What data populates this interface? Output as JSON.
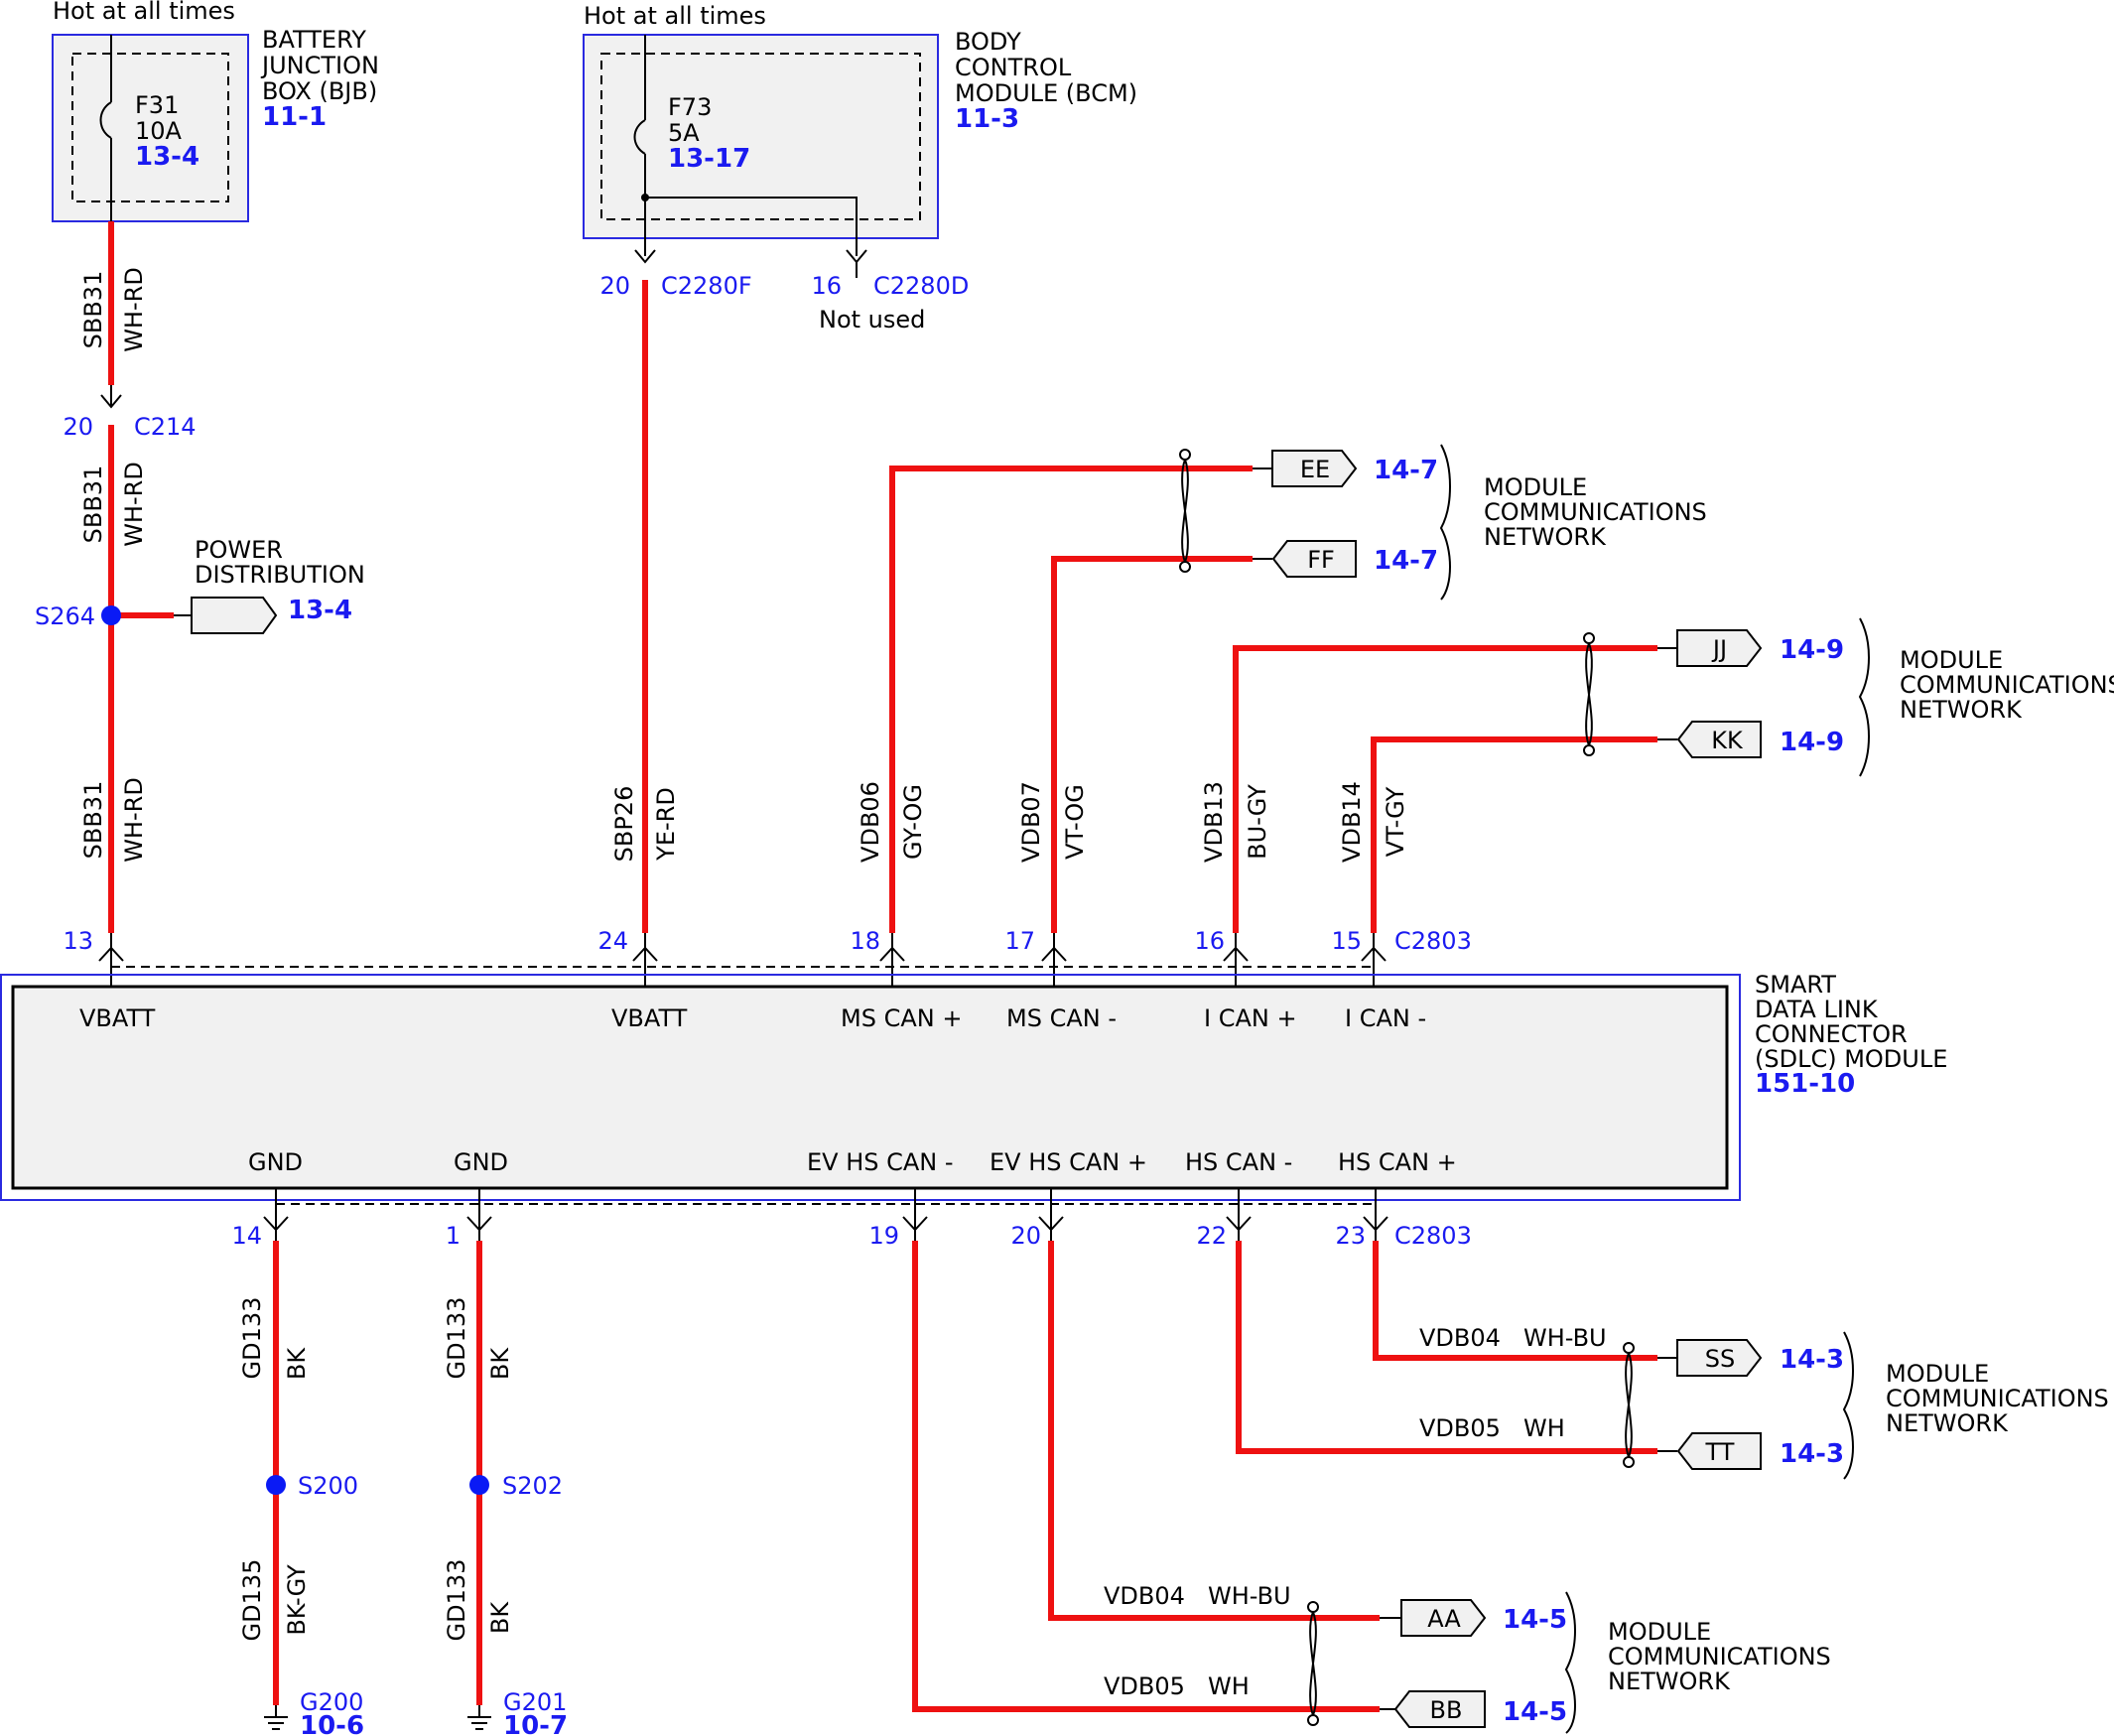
{
  "header": {
    "hot_left": "Hot at all times",
    "hot_mid": "Hot at all times"
  },
  "bjb": {
    "line1": "BATTERY",
    "line2": "JUNCTION",
    "line3": "BOX (BJB)",
    "ref": "11-1",
    "fuse": "F31",
    "amps": "10A",
    "fuse_ref": "13-4"
  },
  "bcm": {
    "line1": "BODY",
    "line2": "CONTROL",
    "line3": "MODULE (BCM)",
    "ref": "11-3",
    "fuse": "F73",
    "amps": "5A",
    "fuse_ref": "13-17",
    "pin_used": "20",
    "conn_used": "C2280F",
    "pin_unused": "16",
    "conn_unused": "C2280D",
    "not_used": "Not used"
  },
  "wires": {
    "sbb31": "SBB31",
    "whrd": "WH-RD",
    "sbp26": "SBP26",
    "yerd": "YE-RD",
    "vdb06": "VDB06",
    "gyog": "GY-OG",
    "vdb07": "VDB07",
    "vtog": "VT-OG",
    "vdb13": "VDB13",
    "bugy": "BU-GY",
    "vdb14": "VDB14",
    "vtgy": "VT-GY",
    "vdb04": "VDB04",
    "whbu": "WH-BU",
    "vdb05": "VDB05",
    "wh": "WH",
    "gd133": "GD133",
    "gd135": "GD135",
    "bk": "BK",
    "bkgy": "BK-GY"
  },
  "c214": {
    "pin": "20",
    "conn": "C214"
  },
  "power_dist": {
    "line1": "POWER",
    "line2": "DISTRIBUTION",
    "ref": "13-4",
    "splice": "S264"
  },
  "top_pins": [
    "13",
    "24",
    "18",
    "17",
    "16",
    "15"
  ],
  "top_conn": "C2803",
  "bottom_pins": [
    "14",
    "1",
    "19",
    "20",
    "22",
    "23"
  ],
  "bottom_conn": "C2803",
  "sdlc": {
    "line1": "SMART",
    "line2": "DATA LINK",
    "line3": "CONNECTOR",
    "line4": "(SDLC) MODULE",
    "ref": "151-10",
    "top_labels": [
      "VBATT",
      "VBATT",
      "MS CAN +",
      "MS CAN -",
      "I CAN +",
      "I CAN -"
    ],
    "bottom_labels": [
      "GND",
      "GND",
      "EV HS CAN -",
      "EV HS CAN +",
      "HS CAN -",
      "HS CAN +"
    ]
  },
  "network": {
    "line1": "MODULE",
    "line2": "COMMUNICATIONS",
    "line3": "NETWORK"
  },
  "tags": {
    "ee": "EE",
    "ff": "FF",
    "ms_ref": "14-7",
    "jj": "JJ",
    "kk": "KK",
    "i_ref": "14-9",
    "ss": "SS",
    "tt": "TT",
    "hs_ref": "14-3",
    "aa": "AA",
    "bb": "BB",
    "ev_ref": "14-5"
  },
  "grounds": {
    "s200": "S200",
    "s202": "S202",
    "g200": "G200",
    "g200_ref": "10-6",
    "g201": "G201",
    "g201_ref": "10-7"
  },
  "colors": {
    "wire": "#ee1111",
    "reference": "#1a1af0",
    "module_outline": "#2a2ae0",
    "module_fill": "#f1f1f1"
  }
}
